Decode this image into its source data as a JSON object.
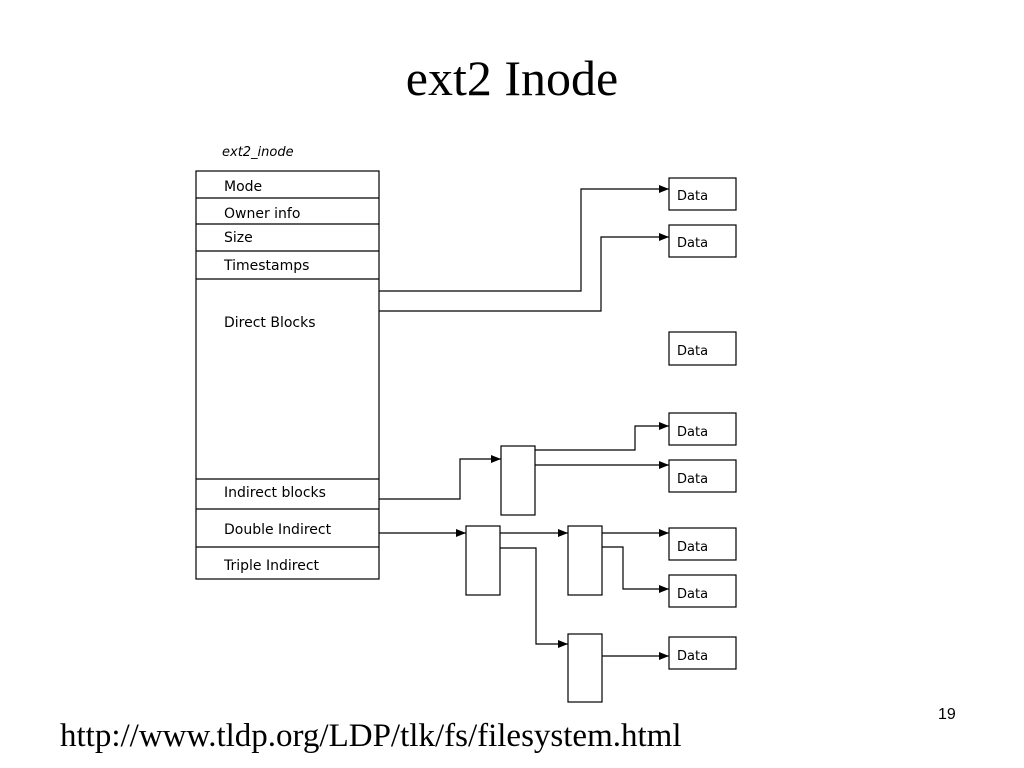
{
  "slide": {
    "title": "ext2 Inode",
    "footer_url": "http://www.tldp.org/LDP/tlk/fs/filesystem.html",
    "page_number": "19"
  },
  "diagram": {
    "caption": "ext2_inode",
    "inode_fields": {
      "mode": "Mode",
      "owner": "Owner info",
      "size": "Size",
      "timestamps": "Timestamps",
      "direct": "Direct Blocks",
      "indirect": "Indirect blocks",
      "double_indirect": "Double Indirect",
      "triple_indirect": "Triple Indirect"
    },
    "data_label": "Data"
  }
}
